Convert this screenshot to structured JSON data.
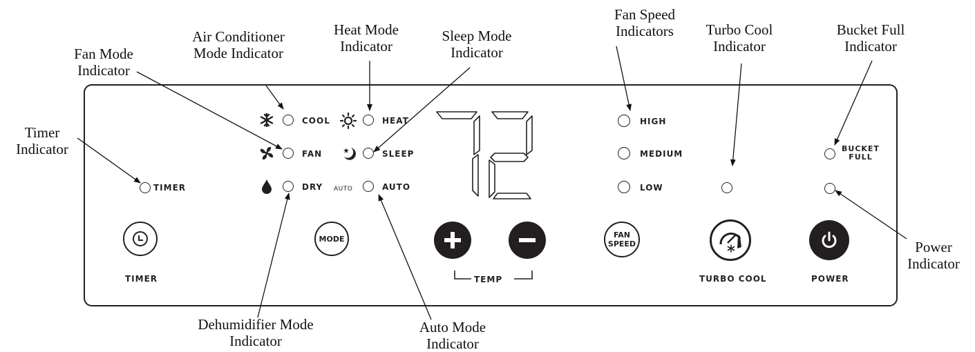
{
  "callouts": {
    "timer_indicator": "Timer\nIndicator",
    "fan_mode_indicator": "Fan Mode\nIndicator",
    "ac_mode_indicator": "Air Conditioner\nMode Indicator",
    "heat_mode_indicator": "Heat Mode\nIndicator",
    "sleep_mode_indicator": "Sleep Mode\nIndicator",
    "fan_speed_indicators": "Fan Speed\nIndicators",
    "turbo_cool_indicator": "Turbo Cool\nIndicator",
    "bucket_full_indicator": "Bucket Full\nIndicator",
    "power_indicator": "Power\nIndicator",
    "dehumidifier_mode_indicator": "Dehumidifier Mode\nIndicator",
    "auto_mode_indicator": "Auto Mode\nIndicator"
  },
  "panel": {
    "display_value": "72",
    "indicators": {
      "timer": "TIMER",
      "cool": "COOL",
      "fan": "FAN",
      "dry": "DRY",
      "heat": "HEAT",
      "sleep": "SLEEP",
      "auto": "AUTO",
      "auto_glyph": "AUTO",
      "high": "HIGH",
      "medium": "MEDIUM",
      "low": "LOW",
      "bucket_full": "BUCKET\nFULL"
    },
    "buttons": {
      "timer": "TIMER",
      "mode": "MODE",
      "fan_speed": "FAN\nSPEED",
      "temp": "TEMP",
      "turbo_cool": "TURBO COOL",
      "power": "POWER"
    },
    "icons": {
      "cool": "snowflake-icon",
      "fan": "fan-icon",
      "dry": "water-drop-icon",
      "heat": "sun-icon",
      "sleep": "moon-star-icon",
      "timer": "clock-icon",
      "plus": "plus-icon",
      "minus": "minus-icon",
      "turbo": "gauge-snowflake-icon",
      "power": "power-icon"
    },
    "colors": {
      "ink": "#231f20",
      "background": "#ffffff"
    }
  }
}
